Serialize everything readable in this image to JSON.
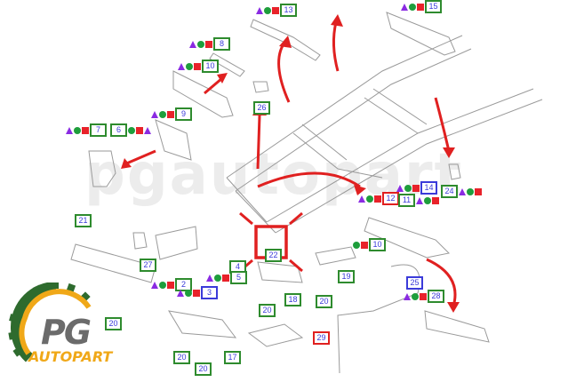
{
  "diagram": {
    "title": "Frame and chassis parts exploded view",
    "watermark": "pgautopart",
    "colors": {
      "arrow": "#e02020",
      "label_border_default": "#2e8b2e",
      "label_border_highlight": "#e02020",
      "label_border_alt": "#3b3bd9",
      "label_text": "#3b3bd9",
      "marker_triangle": "#8a2be2",
      "marker_circle": "#1e9e3c",
      "marker_square": "#e8222a"
    },
    "callouts": [
      {
        "id": "13",
        "markers": [
          "triangle",
          "circle",
          "square"
        ],
        "style": "default"
      },
      {
        "id": "15",
        "markers": [
          "triangle",
          "circle",
          "square"
        ],
        "style": "default"
      },
      {
        "id": "8",
        "markers": [
          "triangle",
          "circle",
          "square"
        ],
        "style": "default"
      },
      {
        "id": "10a",
        "label": "10",
        "markers": [
          "triangle",
          "circle",
          "square"
        ],
        "style": "default"
      },
      {
        "id": "9",
        "markers": [
          "triangle",
          "circle",
          "square"
        ],
        "style": "default"
      },
      {
        "id": "26",
        "markers": [],
        "style": "default"
      },
      {
        "id": "7",
        "markers": [
          "triangle",
          "circle",
          "square"
        ],
        "style": "default"
      },
      {
        "id": "6",
        "markers": [
          "circle",
          "square",
          "triangle"
        ],
        "style": "default"
      },
      {
        "id": "12",
        "markers": [
          "triangle",
          "circle",
          "square"
        ],
        "style": "red"
      },
      {
        "id": "14",
        "markers": [
          "triangle",
          "circle",
          "square"
        ],
        "style": "blue"
      },
      {
        "id": "11",
        "markers": [
          "triangle",
          "circle",
          "square"
        ],
        "style": "default"
      },
      {
        "id": "24",
        "markers": [
          "triangle",
          "circle",
          "square"
        ],
        "style": "default"
      },
      {
        "id": "21",
        "markers": [],
        "style": "default"
      },
      {
        "id": "22",
        "markers": [],
        "style": "default"
      },
      {
        "id": "10b",
        "label": "10",
        "markers": [
          "circle",
          "square"
        ],
        "style": "default"
      },
      {
        "id": "27",
        "markers": [],
        "style": "default"
      },
      {
        "id": "4",
        "markers": [],
        "style": "default"
      },
      {
        "id": "5",
        "markers": [
          "triangle",
          "circle",
          "square"
        ],
        "style": "default"
      },
      {
        "id": "2",
        "markers": [
          "triangle",
          "circle",
          "square"
        ],
        "style": "default"
      },
      {
        "id": "3",
        "markers": [
          "triangle",
          "circle",
          "square"
        ],
        "style": "blue"
      },
      {
        "id": "18",
        "markers": [],
        "style": "default"
      },
      {
        "id": "19",
        "markers": [],
        "style": "default"
      },
      {
        "id": "20a",
        "label": "20",
        "markers": [],
        "style": "default"
      },
      {
        "id": "20b",
        "label": "20",
        "markers": [],
        "style": "default"
      },
      {
        "id": "20c",
        "label": "20",
        "markers": [],
        "style": "default"
      },
      {
        "id": "20d",
        "label": "20",
        "markers": [],
        "style": "default"
      },
      {
        "id": "20e",
        "label": "20",
        "markers": [],
        "style": "default"
      },
      {
        "id": "25",
        "markers": [],
        "style": "blue"
      },
      {
        "id": "28",
        "markers": [
          "triangle",
          "circle",
          "square"
        ],
        "style": "default"
      },
      {
        "id": "17",
        "markers": [],
        "style": "default"
      },
      {
        "id": "29",
        "markers": [],
        "style": "red"
      }
    ]
  },
  "logo": {
    "brand": "PG",
    "subtitle": "AUTOPART",
    "gear_color": "#2e6b2e",
    "arc_color": "#f0a818"
  }
}
